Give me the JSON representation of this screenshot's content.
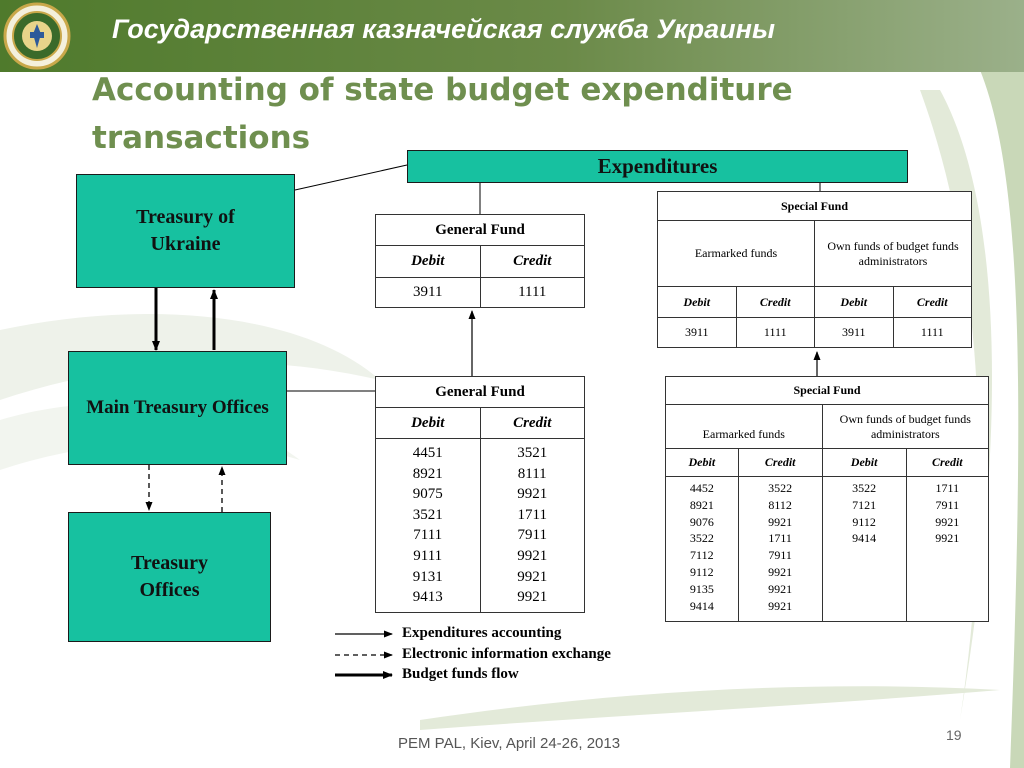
{
  "header": {
    "banner_title": "Государственная казначейская служба Украины",
    "page_title": "Accounting of state budget expenditure transactions",
    "banner_color": "#5a8034",
    "title_color": "#6f8f4f"
  },
  "boxes": {
    "expenditures": "Expenditures",
    "treasury_of_ukraine": "Treasury of Ukraine",
    "main_treasury_offices": "Main Treasury Offices",
    "treasury_offices": "Treasury Offices",
    "box_color": "#17c1a0"
  },
  "tables": {
    "general_fund_top": {
      "title": "General Fund",
      "debit": "Debit",
      "credit": "Credit",
      "debit_value": "3911",
      "credit_value": "1111"
    },
    "special_fund_top": {
      "title": "Special Fund",
      "earmarked": "Earmarked funds",
      "own_funds": "Own funds of budget funds administrators",
      "debit": "Debit",
      "credit": "Credit",
      "values": [
        "3911",
        "1111",
        "3911",
        "1111"
      ]
    },
    "general_fund_bottom": {
      "title": "General Fund",
      "debit": "Debit",
      "credit": "Credit",
      "debit_values": [
        "4451",
        "8921",
        "9075",
        "3521",
        "7111",
        "9111",
        "9131",
        "9413"
      ],
      "credit_values": [
        "3521",
        "8111",
        "9921",
        "1711",
        "7911",
        "9921",
        "9921",
        "9921"
      ]
    },
    "special_fund_bottom": {
      "title": "Special Fund",
      "earmarked": "Earmarked funds",
      "own_funds": "Own funds of budget funds administrators",
      "debit": "Debit",
      "credit": "Credit",
      "earmarked_debit": [
        "4452",
        "8921",
        "9076",
        "3522",
        "7112",
        "9112",
        "9135",
        "9414"
      ],
      "earmarked_credit": [
        "3522",
        "8112",
        "9921",
        "1711",
        "7911",
        "9921",
        "9921",
        "9921"
      ],
      "own_debit": [
        "3522",
        "7121",
        "9112",
        "9414"
      ],
      "own_credit": [
        "1711",
        "7911",
        "9921",
        "9921"
      ]
    }
  },
  "legend": {
    "expenditures_accounting": "Expenditures accounting",
    "electronic_exchange": "Electronic information exchange",
    "budget_funds_flow": "Budget funds flow"
  },
  "footer": {
    "text": "PEM PAL, Kiev, April 24-26, 2013",
    "page_number": "19"
  }
}
